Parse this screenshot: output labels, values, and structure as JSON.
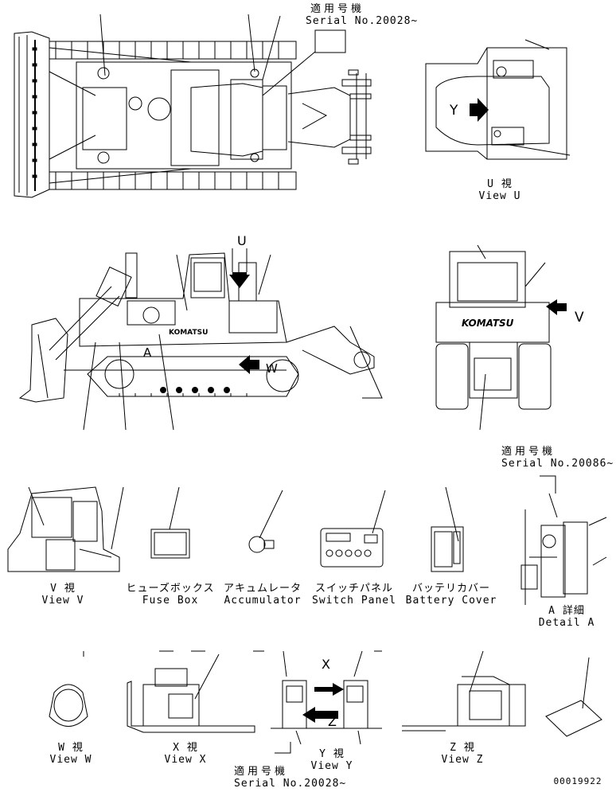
{
  "serial_top": {
    "jp": "適用号機",
    "en": "Serial No.20028~"
  },
  "serial_detail_a": {
    "jp": "適用号機",
    "en": "Serial No.20086~"
  },
  "serial_bottom": {
    "jp": "適用号機",
    "en": "Serial No.20028~"
  },
  "markers": {
    "u": "U",
    "v": "V",
    "w": "W",
    "x": "X",
    "y": "Y",
    "z": "Z",
    "a": "A"
  },
  "brand": "KOMATSU",
  "views": {
    "u": {
      "jp": "U 視",
      "en": "View U"
    },
    "v": {
      "jp": "V 視",
      "en": "View V"
    },
    "w": {
      "jp": "W 視",
      "en": "View W"
    },
    "x": {
      "jp": "X 視",
      "en": "View X"
    },
    "y": {
      "jp": "Y 視",
      "en": "View Y"
    },
    "z": {
      "jp": "Z 視",
      "en": "View Z"
    },
    "a": {
      "jp": "A 詳細",
      "en": "Detail A"
    }
  },
  "parts": {
    "fuse_box": {
      "jp": "ヒューズボックス",
      "en": "Fuse Box"
    },
    "accumulator": {
      "jp": "アキュムレータ",
      "en": "Accumulator"
    },
    "switch_panel": {
      "jp": "スイッチパネル",
      "en": "Switch Panel"
    },
    "battery_cover": {
      "jp": "バッテリカバー",
      "en": "Battery Cover"
    }
  },
  "drawing_number": "00019922"
}
